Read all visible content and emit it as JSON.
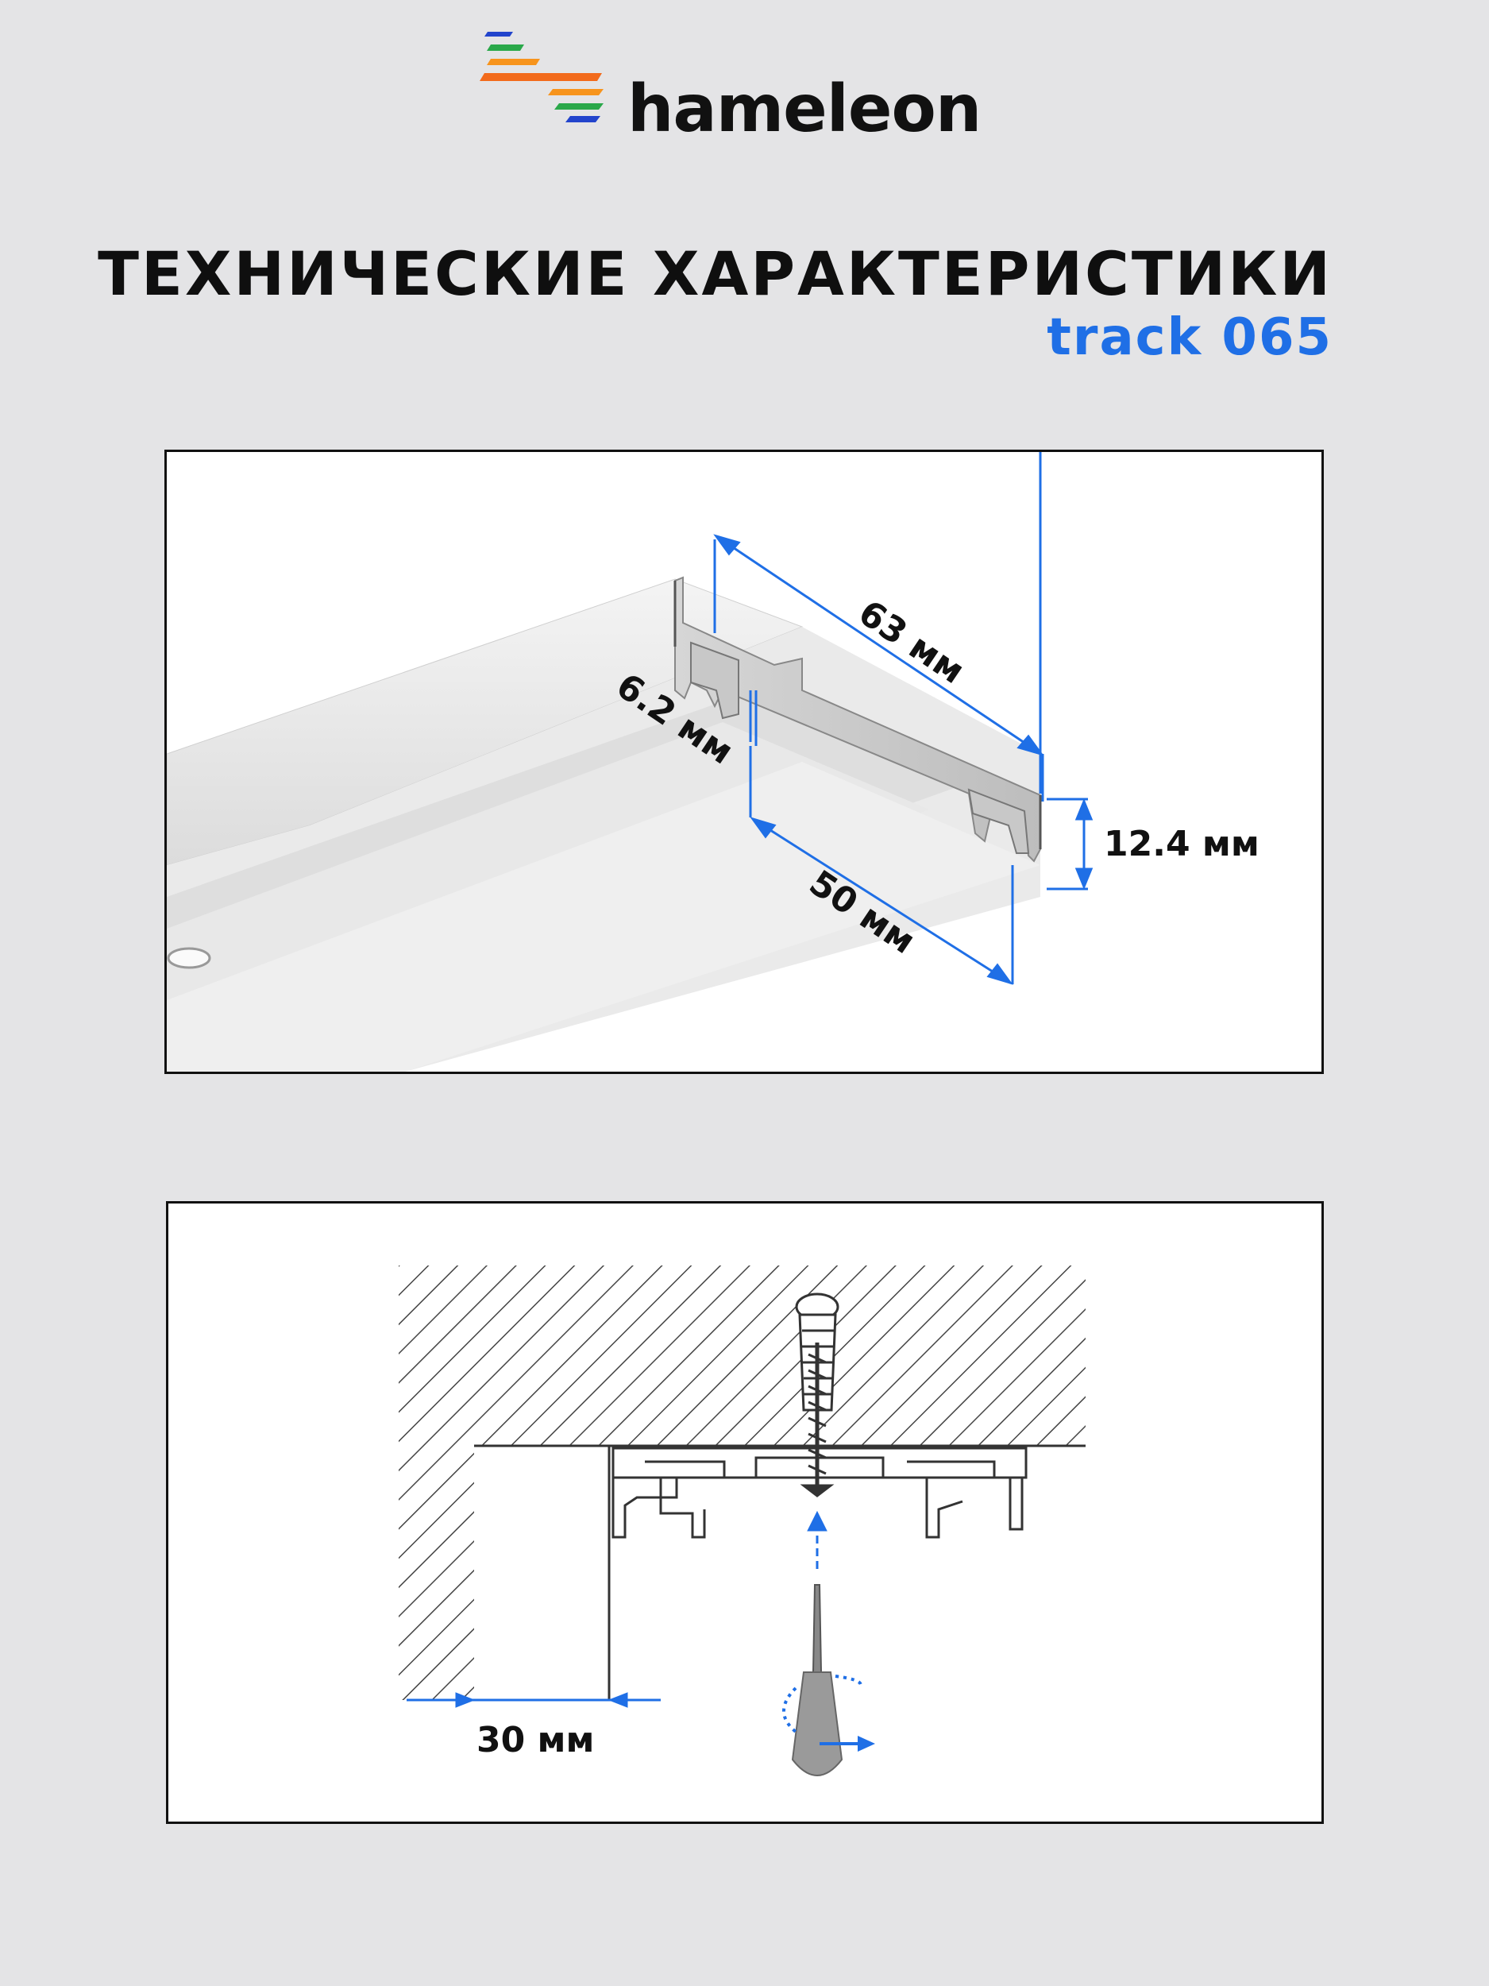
{
  "header": {
    "brand": "hameleon",
    "title": "ТЕХНИЧЕСКИЕ ХАРАКТЕРИСТИКИ",
    "subtitle": "track 065"
  },
  "profile_diagram": {
    "dimensions": {
      "width_total": "63 мм",
      "height": "12.4 мм",
      "slot": "6.2 мм",
      "base_width": "50 мм"
    }
  },
  "mounting_diagram": {
    "dimensions": {
      "wall_offset": "30 мм"
    }
  },
  "colors": {
    "accent_blue": "#1f6fe6",
    "text": "#111111",
    "background": "#e4e4e6",
    "logo_stripes": [
      "#2244cc",
      "#2aa84a",
      "#f26a1b",
      "#f7941d",
      "#2aa84a",
      "#2244cc"
    ]
  }
}
